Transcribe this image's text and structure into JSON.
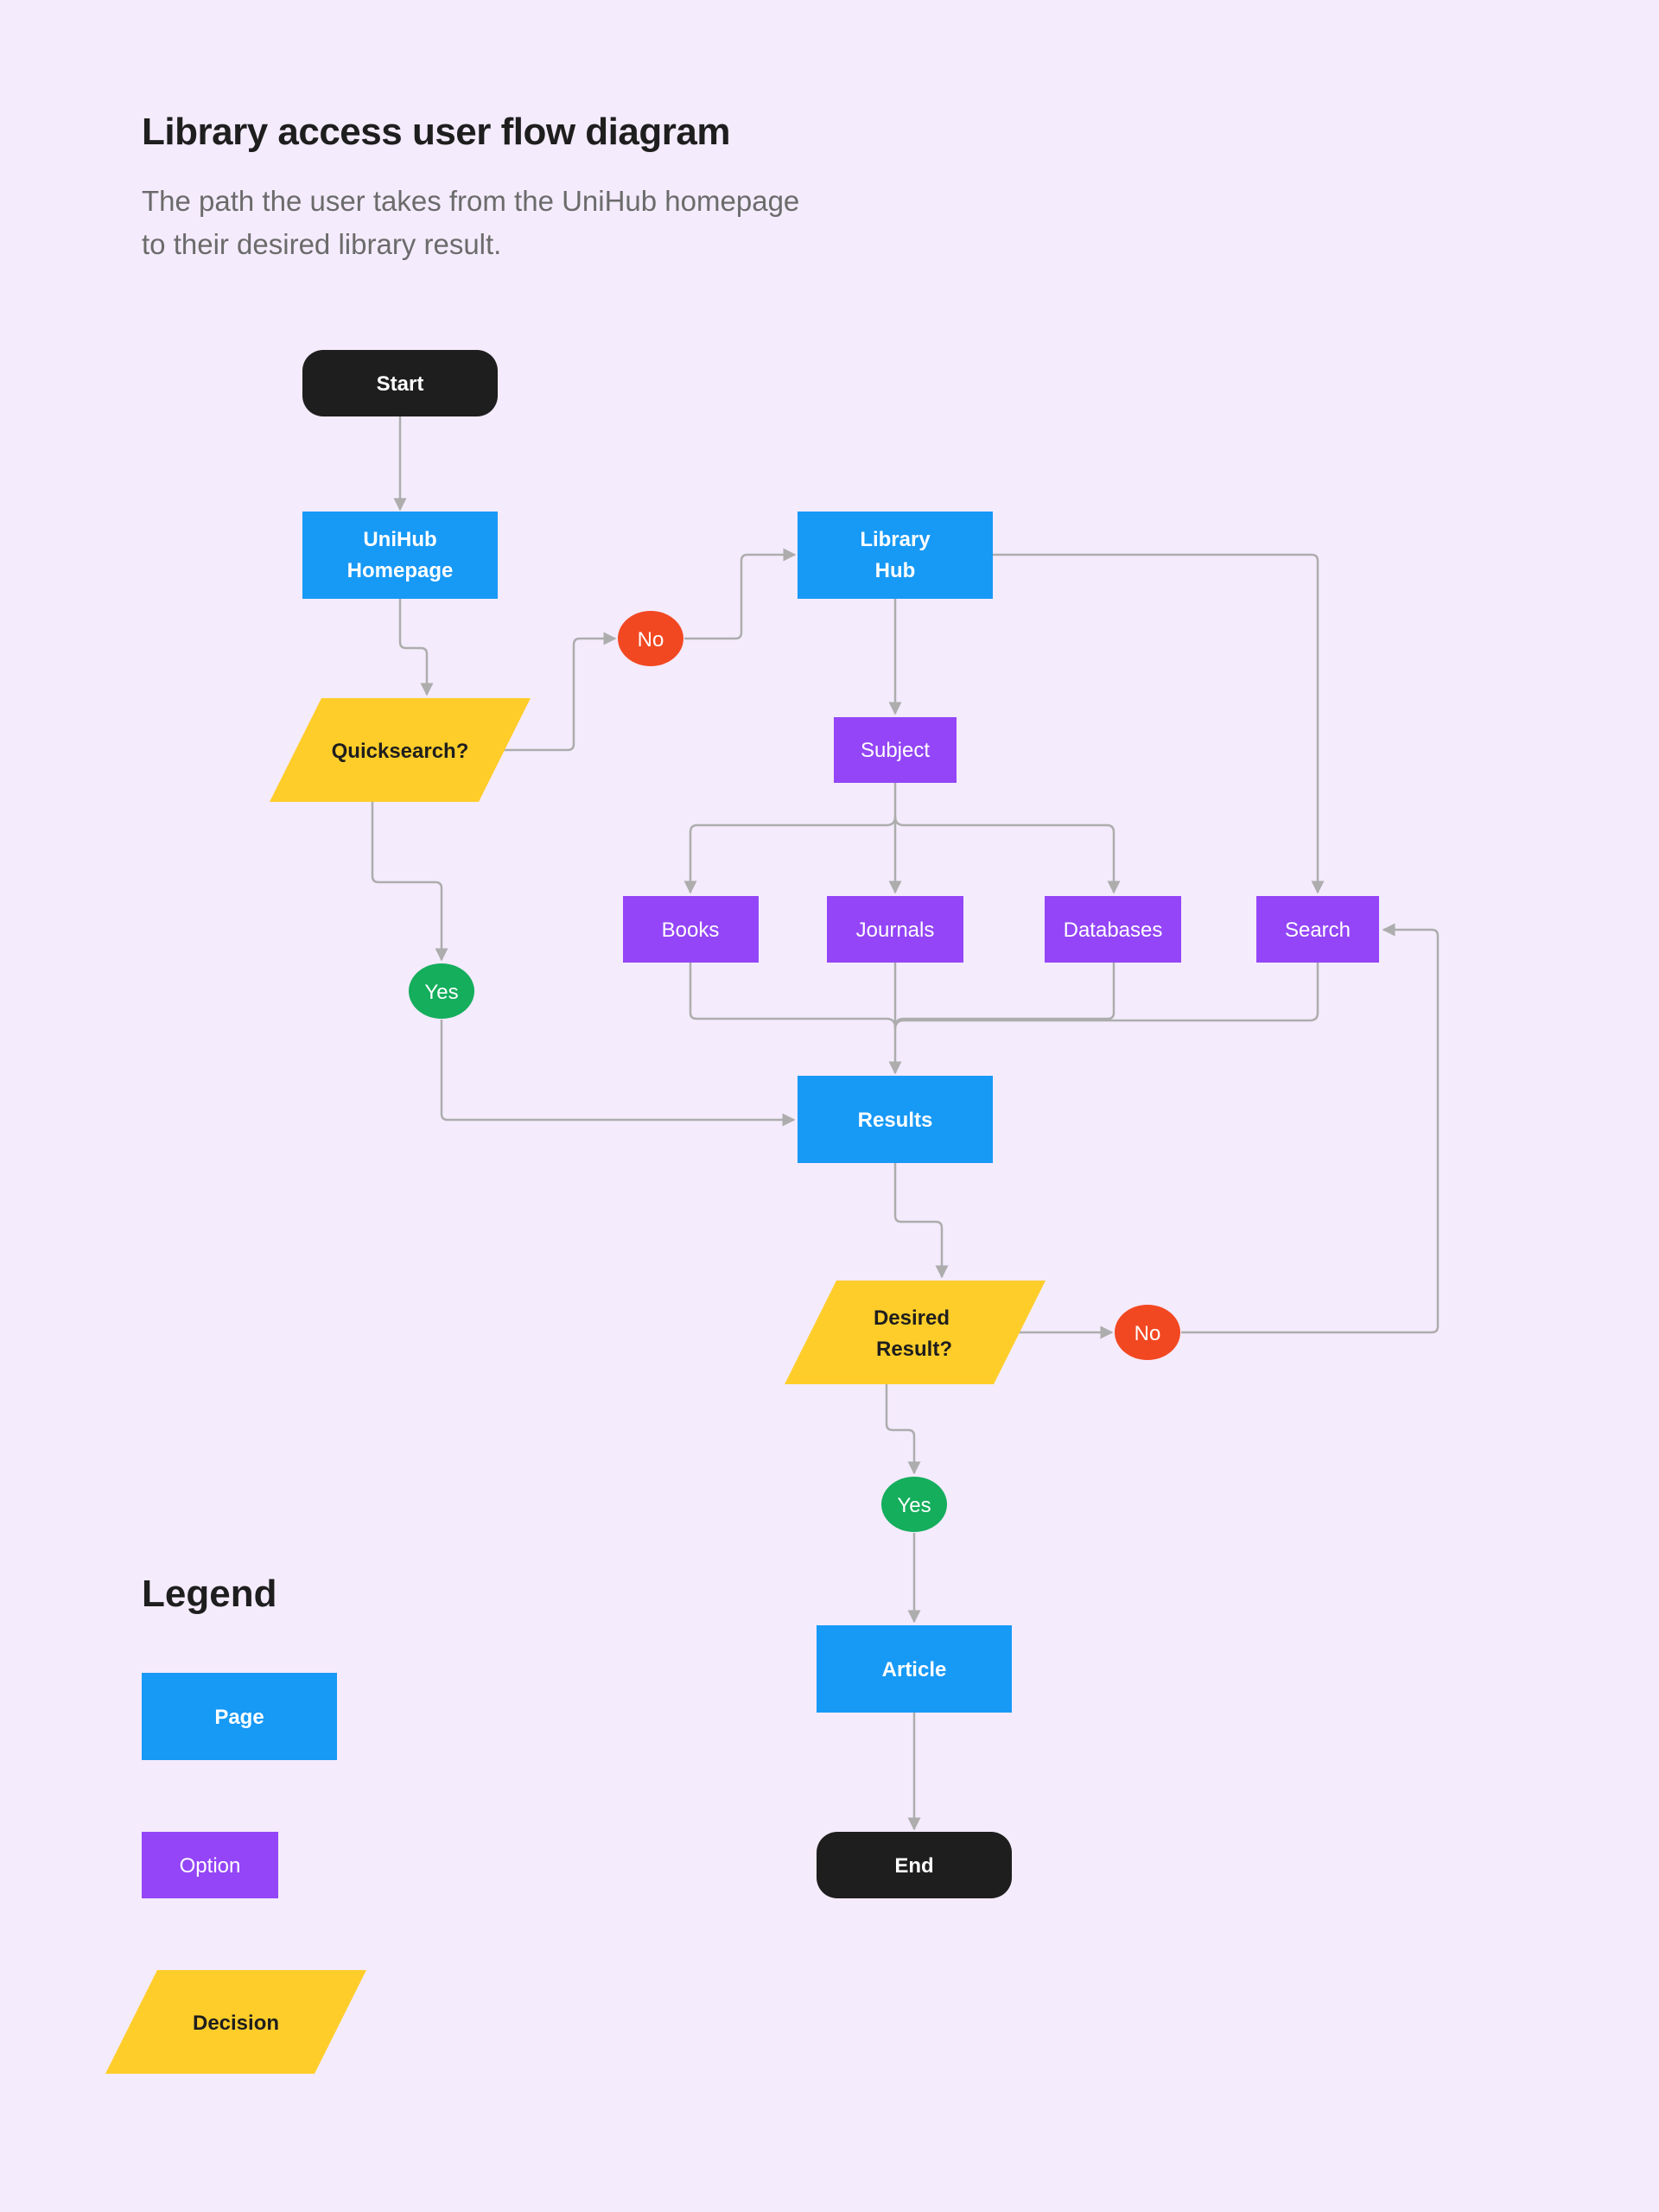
{
  "header": {
    "title": "Library access user flow diagram",
    "subtitle_lines": [
      "The path the user takes from the UniHub homepage",
      "to their desired library result."
    ]
  },
  "colors": {
    "background": "#f4ebfc",
    "page": "#1799f6",
    "option": "#9445f7",
    "decision": "#ffcd29",
    "no": "#f24822",
    "yes": "#14ae5c",
    "terminal": "#1e1e1e",
    "connector": "#adadad"
  },
  "nodes": {
    "start": "Start",
    "unihub_homepage": [
      "UniHub",
      "Homepage"
    ],
    "quicksearch": "Quicksearch?",
    "no_1": "No",
    "library_hub": [
      "Library",
      "Hub"
    ],
    "subject": "Subject",
    "books": "Books",
    "journals": "Journals",
    "databases": "Databases",
    "search": "Search",
    "yes_1": "Yes",
    "results": "Results",
    "desired_result": [
      "Desired",
      "Result?"
    ],
    "no_2": "No",
    "yes_2": "Yes",
    "article": "Article",
    "end": "End"
  },
  "legend": {
    "title": "Legend",
    "page": "Page",
    "option": "Option",
    "decision": "Decision"
  }
}
